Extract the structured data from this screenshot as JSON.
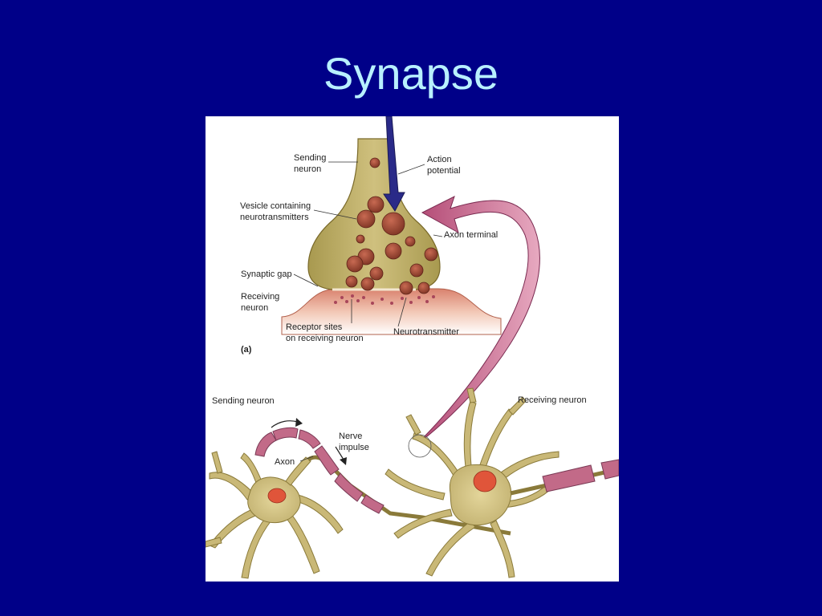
{
  "slide": {
    "title": "Synapse"
  },
  "colors": {
    "background": "#000088",
    "title": "#b8f0ff",
    "neuron_body": "#c9b877",
    "neuron_outline": "#8a7a3a",
    "vesicle": "#a34a35",
    "myelin": "#c26a88",
    "nucleus": "#e0553a",
    "impulse_arrow": "#2a2a88",
    "zoom_arrow": "#b54e78"
  },
  "diagram": {
    "part_a_label": "(a)",
    "labels": {
      "sending_neuron_line1": "Sending",
      "sending_neuron_line2": "neuron",
      "action_potential_line1": "Action",
      "action_potential_line2": "potential",
      "vesicle_line1": "Vesicle containing",
      "vesicle_line2": "neurotransmitters",
      "axon_terminal": "Axon terminal",
      "synaptic_gap": "Synaptic gap",
      "receiving_neuron_line1": "Receiving",
      "receiving_neuron_line2": "neuron",
      "receptor_sites_line1": "Receptor sites",
      "receptor_sites_line2": "on receiving neuron",
      "neurotransmitter": "Neurotransmitter",
      "sending_neuron_lower": "Sending neuron",
      "receiving_neuron_lower": "Receiving neuron",
      "nerve_impulse_line1": "Nerve",
      "nerve_impulse_line2": "impulse",
      "axon": "Axon"
    }
  }
}
